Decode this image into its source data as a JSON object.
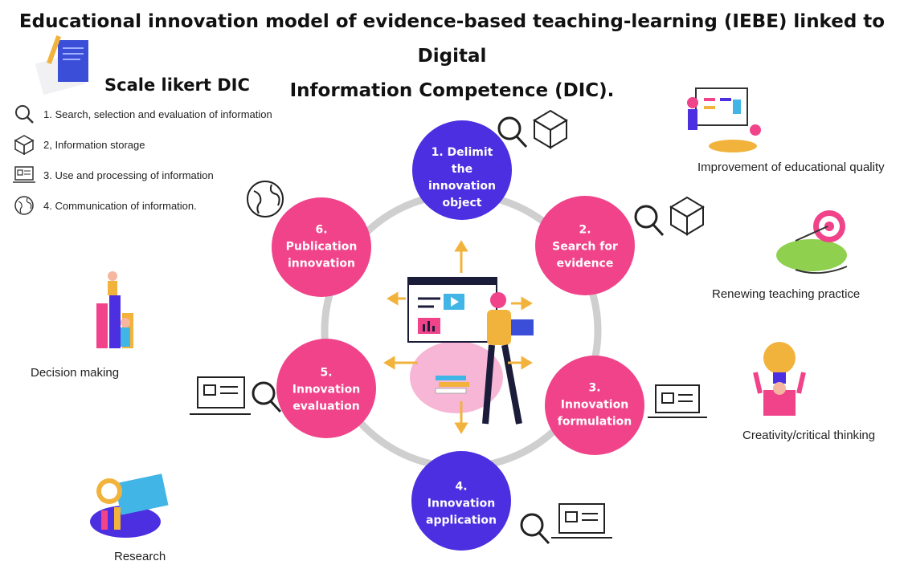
{
  "title": {
    "line1": "Educational innovation model of evidence-based teaching-learning (IEBE) linked to Digital",
    "line2": "Information Competence (DIC)."
  },
  "legend": {
    "title": "Scale likert DIC",
    "items": [
      {
        "text": "1. Search, selection and evaluation of information",
        "icon": "magnifier-icon"
      },
      {
        "text": "2, Information storage",
        "icon": "box-icon"
      },
      {
        "text": "3. Use and processing of information",
        "icon": "laptop-icon"
      },
      {
        "text": "4. Communication of information.",
        "icon": "globe-icon"
      }
    ]
  },
  "cycle": {
    "nodes": [
      {
        "id": "1",
        "lines": [
          "1. Delimit",
          "the",
          "innovation",
          "object"
        ],
        "color": "#4b2fe0"
      },
      {
        "id": "2",
        "lines": [
          "2.",
          "Search for",
          "evidence"
        ],
        "color": "#f0438a"
      },
      {
        "id": "3",
        "lines": [
          "3.",
          "Innovation",
          "formulation"
        ],
        "color": "#f0438a"
      },
      {
        "id": "4",
        "lines": [
          "4.",
          "Innovation",
          "application"
        ],
        "color": "#4b2fe0"
      },
      {
        "id": "5",
        "lines": [
          "5.",
          "Innovation",
          "evaluation"
        ],
        "color": "#f0438a"
      },
      {
        "id": "6",
        "lines": [
          "6.",
          "Publication",
          "innovation"
        ],
        "color": "#f0438a"
      }
    ]
  },
  "outcomes": {
    "quality": "Improvement of educational quality",
    "practice": "Renewing teaching practice",
    "creativity": "Creativity/critical thinking",
    "decision": "Decision making",
    "research": "Research"
  },
  "colors": {
    "purple": "#4b2fe0",
    "pink": "#f0438a",
    "ring": "#cfcfcf",
    "arrow": "#f2b33d"
  }
}
